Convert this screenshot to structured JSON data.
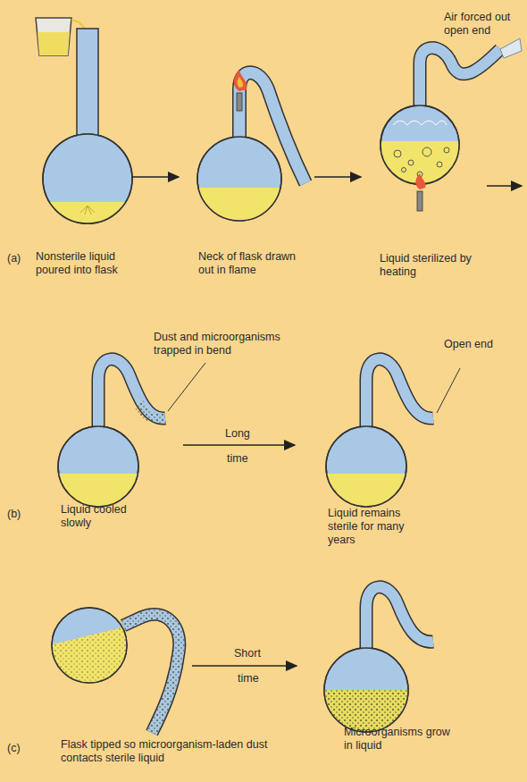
{
  "diagram": {
    "labels": [
      "Air forced out open end",
      "(a)",
      "Nonsterile liquid poured into flask",
      "Neck of flask drawn out in flame",
      "Liquid sterilized by heating",
      "Dust and microorganisms trapped in bend",
      "Long",
      "time",
      "Open end",
      "(b)",
      "Liquid cooled slowly",
      "Liquid remains sterile for many years",
      "Short",
      "time",
      "(c)",
      "Flask tipped so microorganism-laden dust contacts sterile liquid",
      "Microorganisms grow in liquid"
    ]
  }
}
